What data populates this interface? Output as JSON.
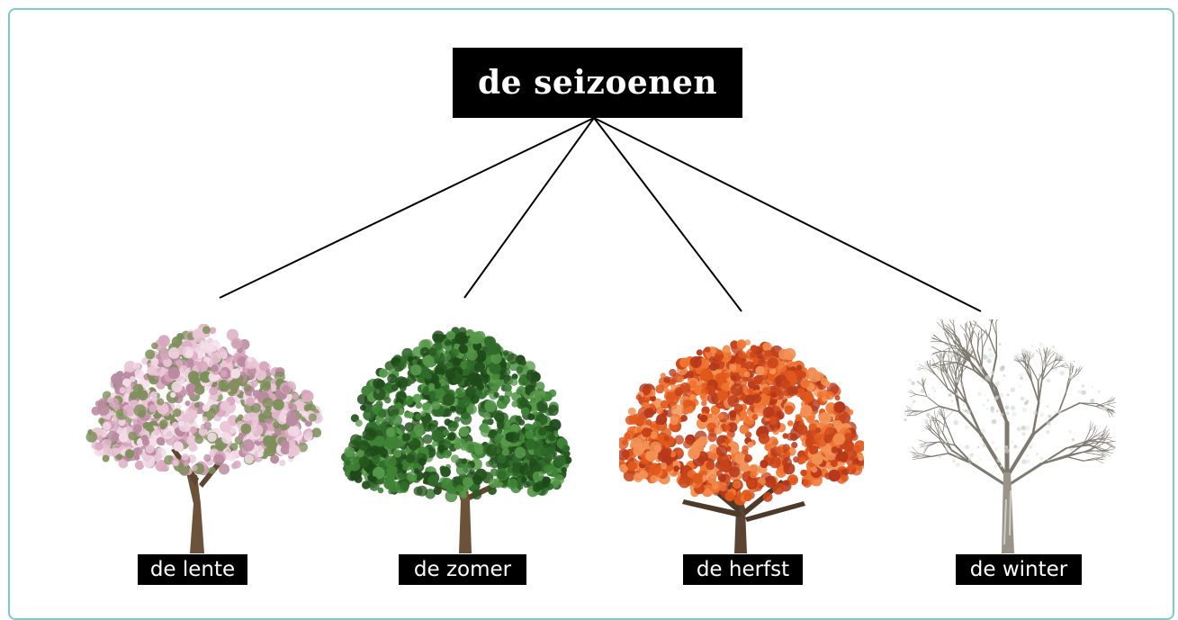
{
  "title": "de seizoenen",
  "seasons": [
    {
      "label": "de lente",
      "tree": "blossoming-tree",
      "foliage": [
        "#e9c6d6",
        "#d9a8bf",
        "#f3dde8",
        "#b98aa0",
        "#7d8f5a"
      ]
    },
    {
      "label": "de zomer",
      "tree": "green-tree",
      "foliage": [
        "#2f6b2a",
        "#3f8436",
        "#27561f",
        "#57994a",
        "#1f4a1a"
      ]
    },
    {
      "label": "de herfst",
      "tree": "autumn-tree",
      "foliage": [
        "#e0581c",
        "#f07430",
        "#c9441a",
        "#f29256",
        "#b5381a"
      ]
    },
    {
      "label": "de winter",
      "tree": "bare-tree",
      "foliage": [
        "#cfd8cf",
        "#b8c4b8",
        "#e4e9e4"
      ]
    }
  ],
  "colors": {
    "frame_border": "#7ecdc4",
    "label_bg": "#000000",
    "label_text": "#ffffff",
    "connector": "#000000",
    "trunk": "#6b5238"
  }
}
